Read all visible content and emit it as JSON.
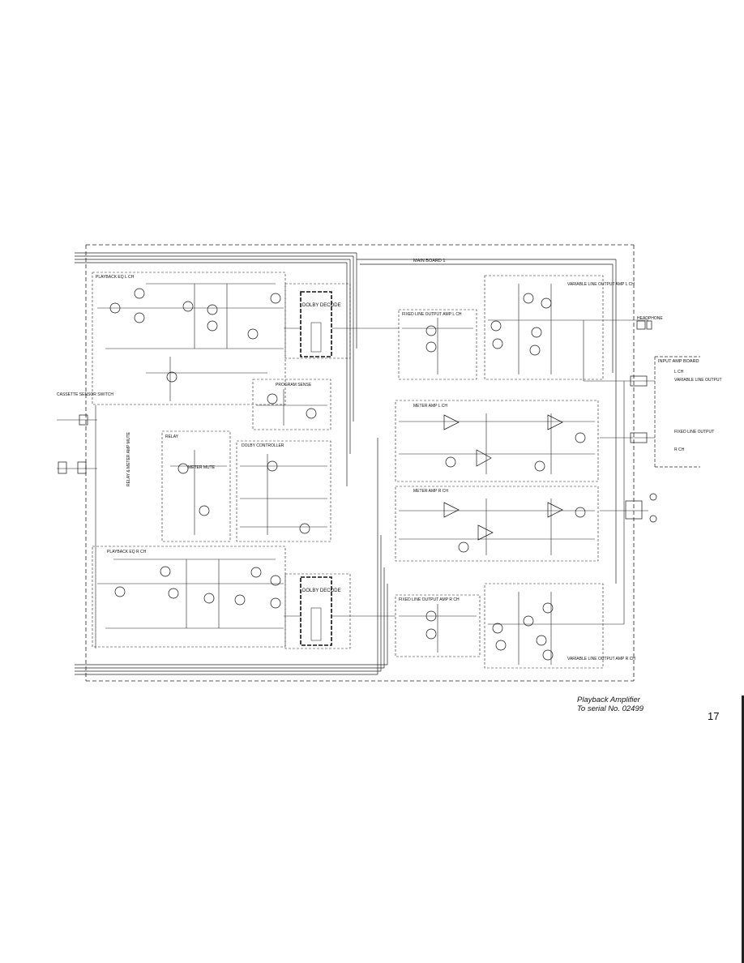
{
  "diagram": {
    "main_board": "MAIN BOARD 1",
    "input_amp_board": "INPUT AMP BOARD",
    "headphone": "HEADPHONE",
    "blocks": {
      "playback_eq_l": "PLAYBACK EQ L CH",
      "playback_eq_r": "PLAYBACK EQ R CH",
      "dolby_decode": "DOLBY DECODE",
      "program_sense": "PROGRAM SENSE",
      "relay": "RELAY",
      "dolby_controller": "DOLBY CONTROLLER",
      "fixed_line_output_l": "FIXED LINE OUTPUT AMP L CH",
      "fixed_line_output_r": "FIXED LINE OUTPUT AMP R CH",
      "meter_amp_l": "METER AMP L CH",
      "meter_amp_r": "METER AMP R CH",
      "variable_line_output_l": "VARIABLE LINE OUTPUT AMP L CH",
      "variable_line_output_r": "VARIABLE LINE OUTPUT AMP R CH"
    },
    "labels": {
      "cassette_sensor": "CASSETTE SENSOR SWITCH",
      "relay_meter_mute": "RELAY & METER AMP MUTE",
      "meter_mute": "METER MUTE",
      "variable_line_output": "VARIABLE LINE OUTPUT",
      "fixed_line_output": "FIXED LINE OUTPUT",
      "l_ch": "L CH",
      "r_ch": "R CH"
    }
  },
  "caption": {
    "line1": "Playback Amplifier",
    "line2": "To serial No. 02499"
  },
  "page_number": "17"
}
